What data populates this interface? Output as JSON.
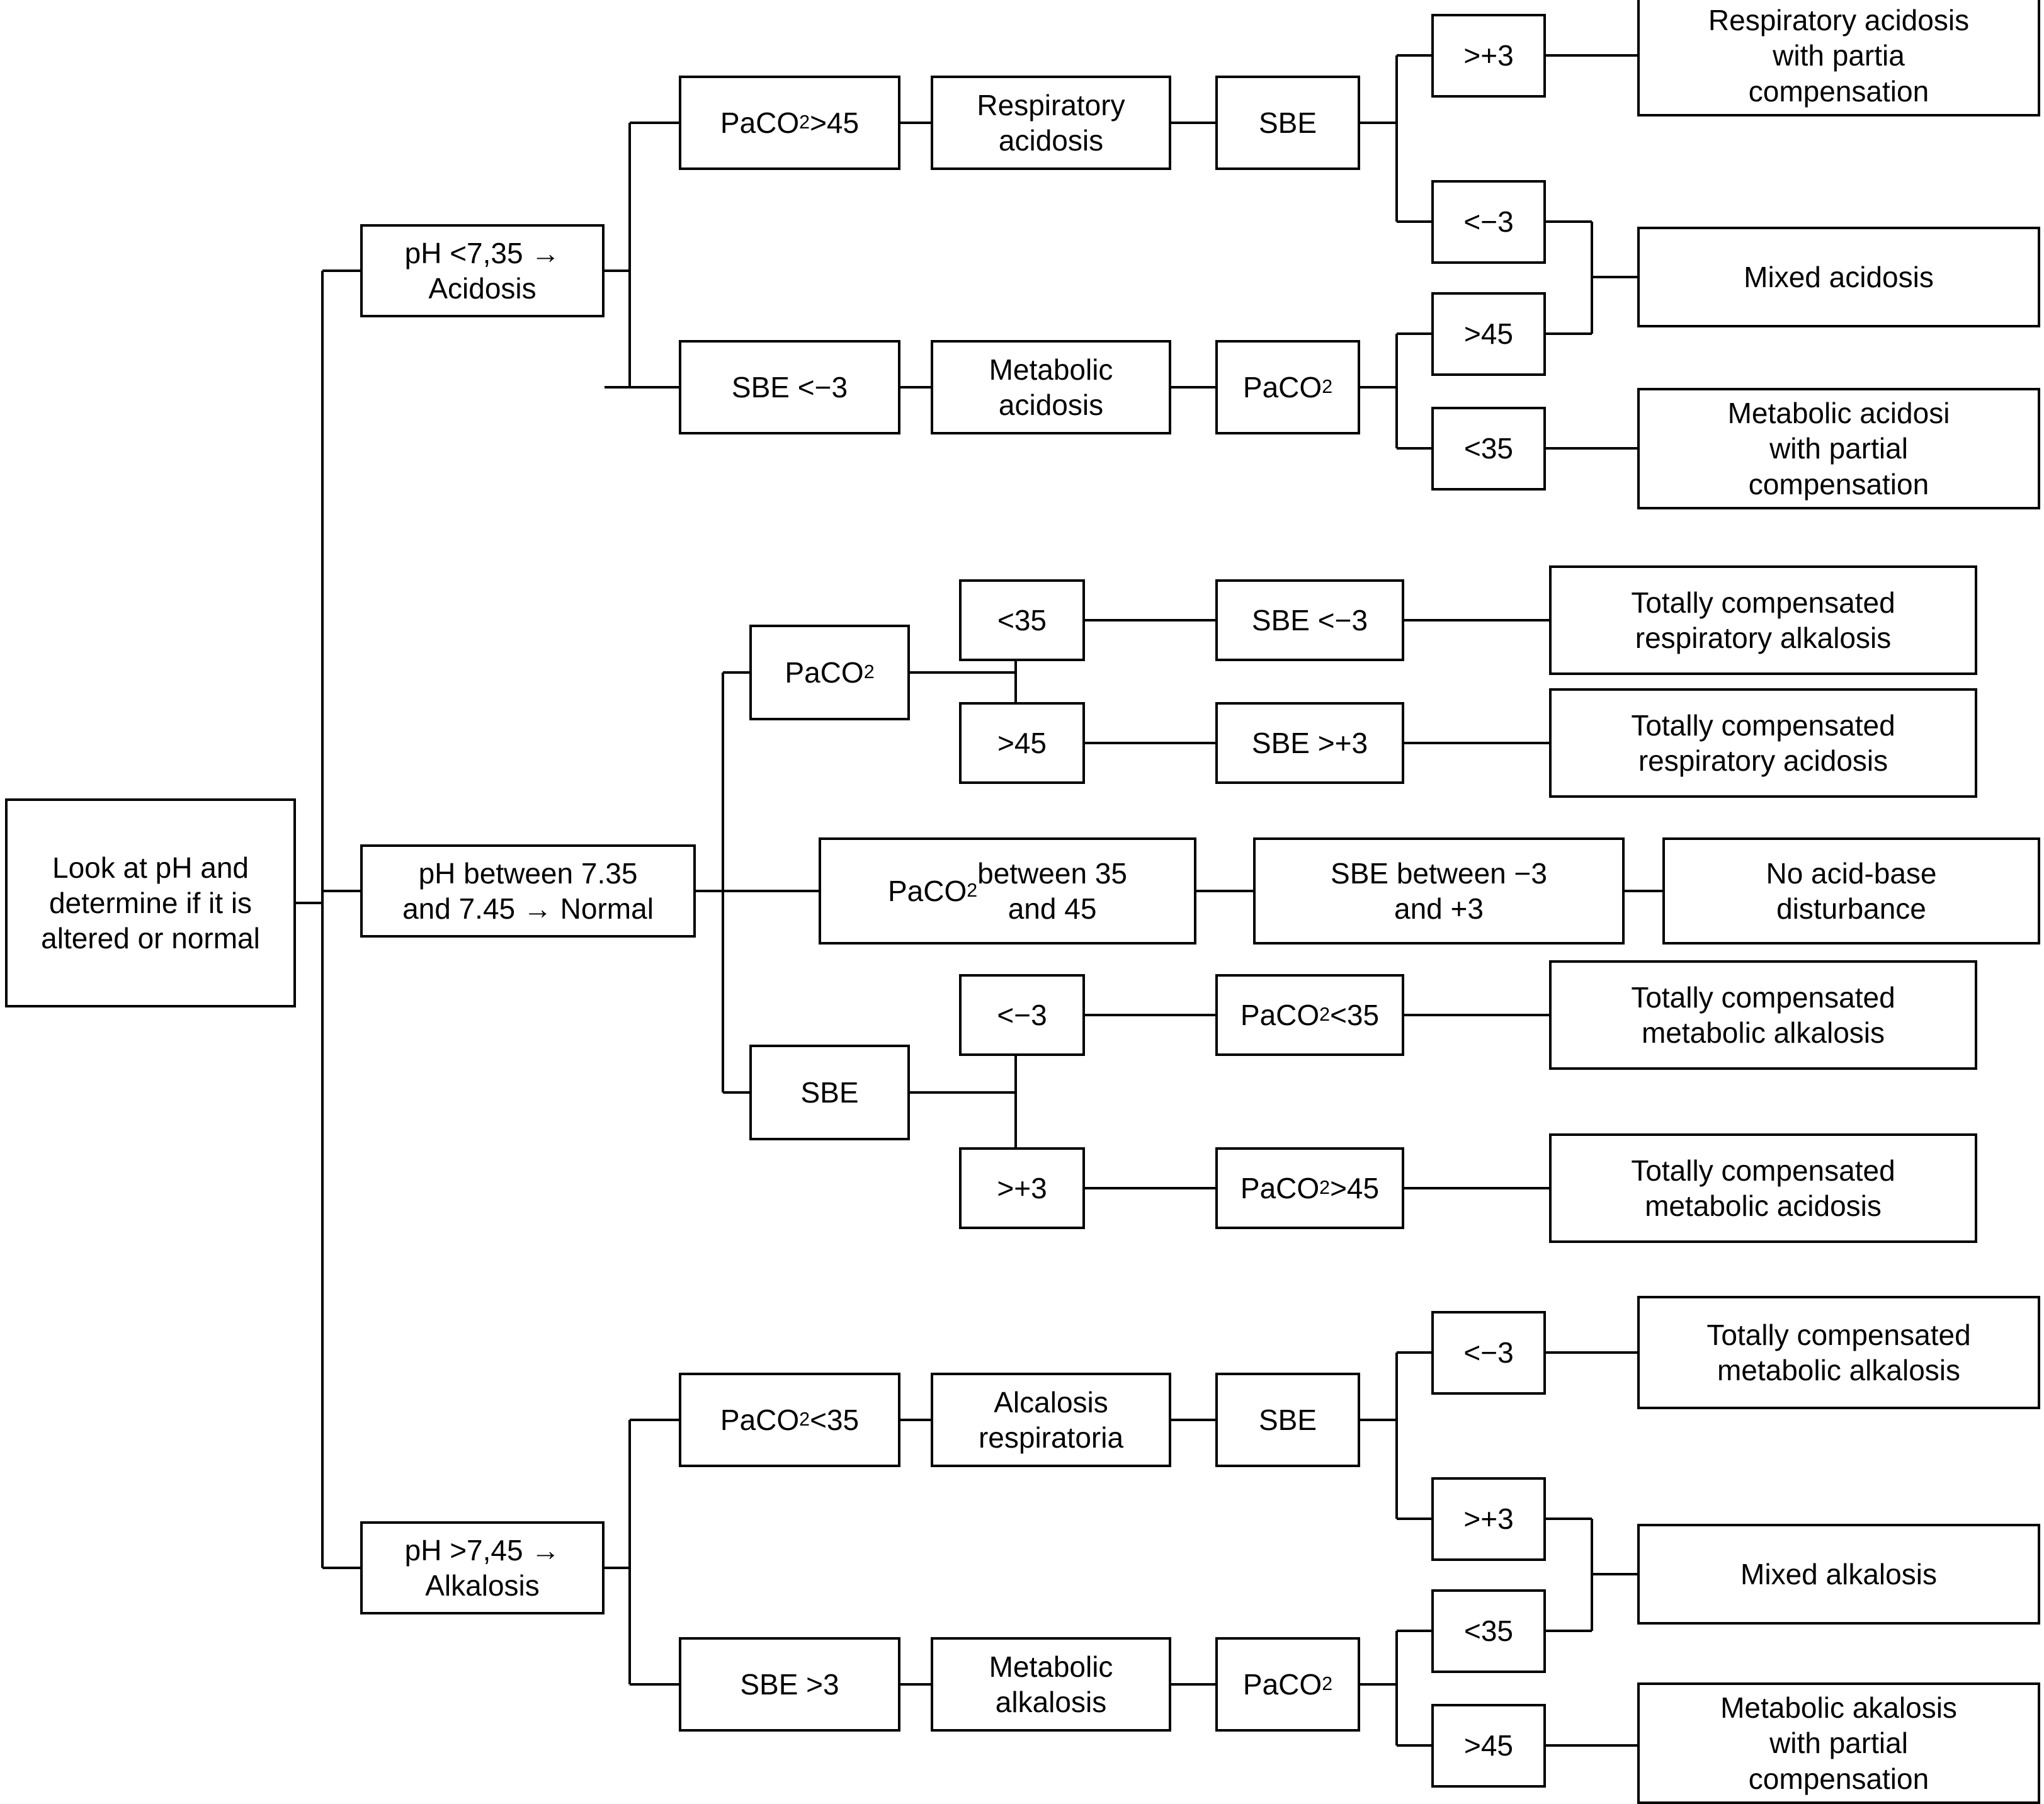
{
  "diagram": {
    "title": "Acid-base disorder interpretation flowchart",
    "stroke_color": "#000000",
    "background_color": "#ffffff"
  },
  "nodes": {
    "root": "Look at pH and determine if it is altered or normal",
    "ph_acidosis": "pH <7,35 →\nAcidosis",
    "ph_normal": "pH between 7.35\nand 7.45 → Normal",
    "ph_alkalosis": "pH >7,45 →\nAlkalosis",
    "acid_paco2_gt45": "PaCO₂ >45",
    "acid_resp_acidosis": "Respiratory\nacidosis",
    "acid_sbe": "SBE",
    "acid_sbe_gt3": ">+3",
    "acid_sbe_ltneg3": "<−3",
    "acid_result_resp": "Respiratory acidosis\nwith partia\ncompensation",
    "acid_result_mixed": "Mixed acidosis",
    "acid_sbe_ltneg3_branch": "SBE <−3",
    "acid_met_acidosis": "Metabolic\nacidosis",
    "acid_paco2": "PaCO₂",
    "acid_paco2_gt45b": ">45",
    "acid_paco2_lt35": "<35",
    "acid_result_met": "Metabolic acidosi\nwith partial\ncompensation",
    "norm_paco2": "PaCO₂",
    "norm_paco2_lt35": "<35",
    "norm_paco2_gt45": ">45",
    "norm_sbe_ltneg3": "SBE <−3",
    "norm_sbe_gt3": "SBE >+3",
    "norm_result_resp_alk": "Totally compensated\nrespiratory alkalosis",
    "norm_result_resp_acid": "Totally compensated\nrespiratory acidosis",
    "norm_paco2_between": "PaCO₂ between 35\nand 45",
    "norm_sbe_between": "SBE between −3\nand +3",
    "norm_result_none": "No acid-base\ndisturbance",
    "norm_sbe": "SBE",
    "norm_sbe_neg": "<−3",
    "norm_sbe_pos": ">+3",
    "norm_paco2_lt35b": "PaCO₂ <35",
    "norm_paco2_gt45b": "PaCO₂ >45",
    "norm_result_met_alk": "Totally compensated\nmetabolic alkalosis",
    "norm_result_met_acid": "Totally compensated\nmetabolic acidosis",
    "alk_paco2_lt35": "PaCO₂ <35",
    "alk_resp_alkalosis": "Alcalosis\nrespiratoria",
    "alk_sbe": "SBE",
    "alk_sbe_neg": "<−3",
    "alk_sbe_pos": ">+3",
    "alk_result_met_alk": "Totally compensated\nmetabolic alkalosis",
    "alk_result_mixed": "Mixed alkalosis",
    "alk_sbe_gt3": "SBE >3",
    "alk_met_alkalosis": "Metabolic\nalkalosis",
    "alk_paco2": "PaCO₂",
    "alk_paco2_lt35b": "<35",
    "alk_paco2_gt45": ">45",
    "alk_result_met": "Metabolic akalosis\nwith partial\ncompensation"
  }
}
